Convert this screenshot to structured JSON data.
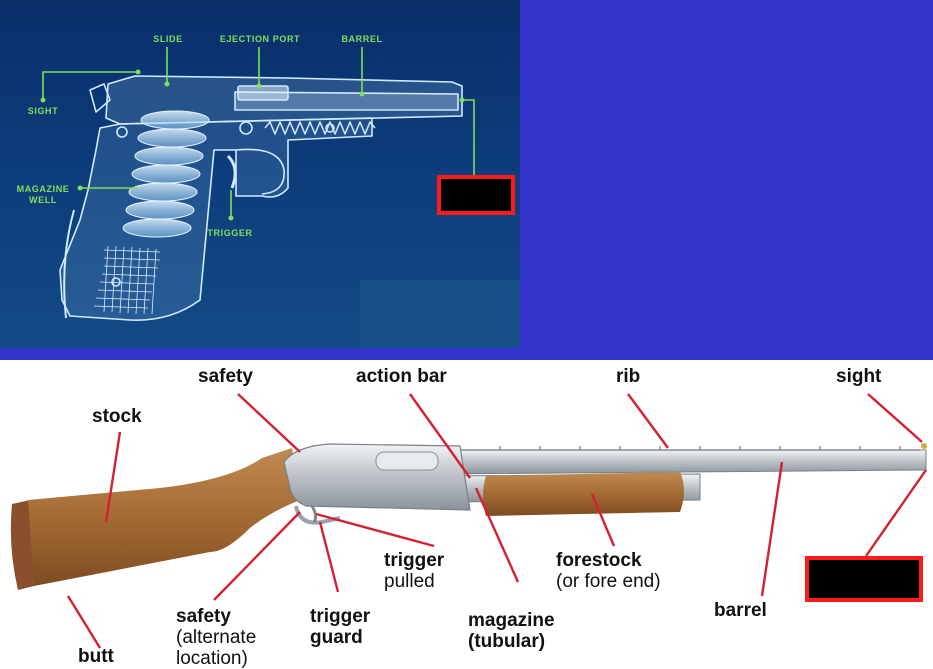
{
  "pistol": {
    "labels": {
      "slide": "SLIDE",
      "ejection_port": "EJECTION PORT",
      "barrel": "BARREL",
      "sight": "SIGHT",
      "magazine_well": "MAGAZINE\nWELL",
      "trigger": "TRIGGER"
    },
    "label_color": "#7ee05a",
    "background_color": "#0c3a78"
  },
  "shotgun": {
    "labels": {
      "safety": "safety",
      "action_bar": "action bar",
      "rib": "rib",
      "sight": "sight",
      "stock": "stock",
      "trigger": "trigger",
      "trigger_note": "pulled",
      "forestock": "forestock",
      "forestock_note": "(or fore end)",
      "safety_alt": "safety",
      "safety_alt_note_1": "(alternate",
      "safety_alt_note_2": "location)",
      "trigger_guard_1": "trigger",
      "trigger_guard_2": "guard",
      "magazine": "magazine",
      "magazine_note": "(tubular)",
      "barrel": "barrel",
      "butt": "butt"
    },
    "leader_color": "#d42030"
  },
  "colors": {
    "right_panel": "#3434cc",
    "redaction_border": "#ff1a1a"
  }
}
